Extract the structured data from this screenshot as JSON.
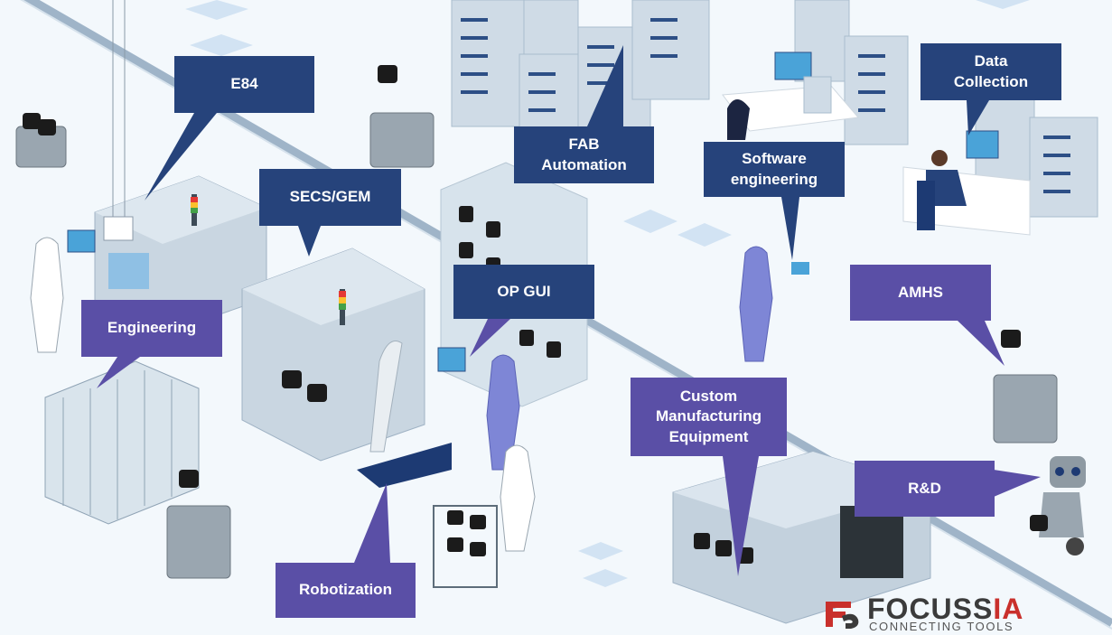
{
  "labels": {
    "e84": "E84",
    "secs_gem": "SECS/GEM",
    "fab_automation": "FAB\nAutomation",
    "software_engineering": "Software\nengineering",
    "data_collection": "Data\nCollection",
    "engineering": "Engineering",
    "op_gui": "OP GUI",
    "amhs": "AMHS",
    "custom_manufacturing_equipment": "Custom\nManufacturing\nEquipment",
    "rd": "R&D",
    "robotization": "Robotization"
  },
  "logo": {
    "name_prefix": "FOCUSS",
    "name_suffix": "IA",
    "tagline": "CONNECTING TOOLS"
  },
  "colors": {
    "callout_blue": "#26437b",
    "callout_purple": "#5a4fa6",
    "background": "#f3f8fc",
    "logo_red": "#c9302c"
  }
}
